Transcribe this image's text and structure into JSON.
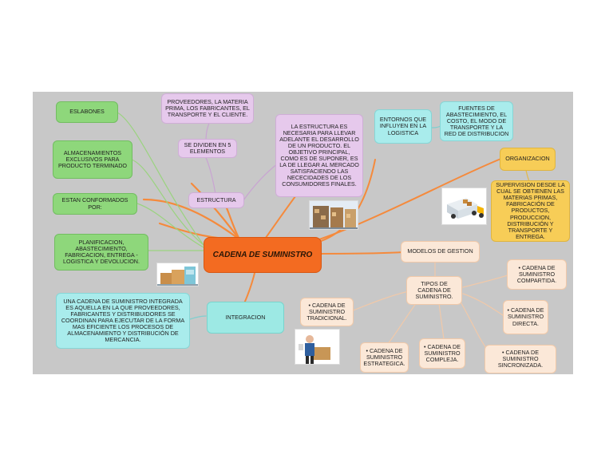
{
  "center": "CADENA DE SUMINISTRO",
  "left": {
    "eslabones": "ESLABONES",
    "almacenamientos": "ALMACENAMIENTOS EXCLUSIVOS PARA PRODUCTO TERMINADO",
    "conformados": "ESTAN CONFORMADOS POR:",
    "planificacion": "PLANIFICACION, ABASTECIMIENTO, FABRICACION, ENTREGA - LOGISTICA Y DEVOLUCION.",
    "integrada": "UNA CADENA DE SUMINISTRO INTEGRADA ES AQUELLA EN LA QUE PROVEEDORES, FABRICANTES Y DISTRIBUIDORES SE COORDINAN PARA EJECUTAR DE LA FORMA MAS EFICIENTE LOS PROCESOS DE ALMACENAMIENTO Y DISTRIBUCIÓN DE MERCANCIA.",
    "integracion": "INTEGRACION"
  },
  "top": {
    "proveedores": "PROVEEDORES, LA MATERIA PRIMA, LOS FABRICANTES, EL TRANSPORTE Y EL CLIENTE.",
    "dividen": "SE DIVIDEN EN 5 ELEMENTOS",
    "estructura": "ESTRUCTURA",
    "estructura_desc": "LA ESTRUCTURA ES NECESARIA PARA LLEVAR ADELANTE EL DESARROLLO DE UN PRODUCTO. EL OBJETIVO PRINCIPAL, COMO ES DE SUPONER, ES LA DE LLEGAR AL MERCADO SATISFACIENDO LAS NECECIDADES DE LOS CONSUMIDORES FINALES."
  },
  "right": {
    "entornos": "ENTORNOS QUE INFLUYEN EN LA LOGISTICA",
    "fuentes": "FUENTES DE ABASTECIMIENTO, EL COSTO, EL MODO DE TRANSPORTE Y LA RED DE DISTRIBUCION",
    "organizacion": "ORGANIZACION",
    "supervision": "SUPERVISION DESDE LA CUAL SE OBTIENEN LAS MATERIAS PRIMAS, FABRICACIÓN DE PRODUCTOS, PRODUCCION, DISTRIBUCIÓN Y TRANSPORTE Y ENTREGA.",
    "modelos": "MODELOS DE GESTION",
    "tipos": "TIPOS DE CADENA DE SUMINISTRO.",
    "compartida": "• CADENA DE SUMINISTRO COMPARTIDA.",
    "directa": "• CADENA DE SUMINISTRO DIRECTA.",
    "sincronizada": "• CADENA DE SUMINISTRO SINCRONIZADA.",
    "compleja": "• CADENA DE SUMINISTRO COMPLEJA.",
    "estrategica": "• CADENA DE SUMINISTRO ESTRATEGICA.",
    "tradicional": "• CADENA DE SUMINISTRO TRADICIONAL."
  },
  "colors": {
    "background": "#c8c8c8",
    "green": "#8ed77b",
    "purple": "#e6c9ec",
    "cyan": "#a9ecec",
    "yellow": "#f7cd57",
    "peach": "#fbe8d8",
    "center": "#f36b21"
  }
}
